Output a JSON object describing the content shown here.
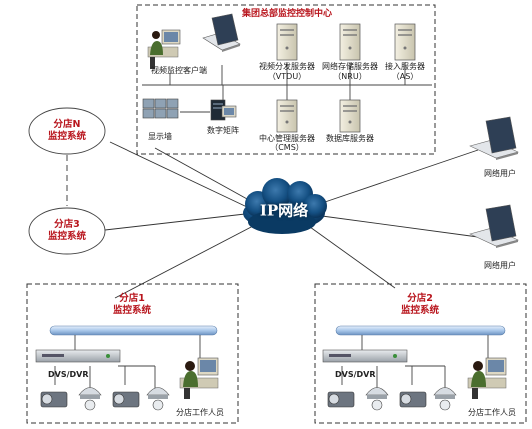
{
  "hq": {
    "title": "集团总部监控控制中心",
    "video_client_label": "视频监控客户端",
    "vtdu_label": "视频分发服务器",
    "vtdu_tag": "（VTDU）",
    "nru_label": "网络存储服务器",
    "nru_tag": "（NRU）",
    "as_label": "接入服务器",
    "as_tag": "（AS）",
    "video_wall_label": "显示墙",
    "matrix_label": "数字矩阵",
    "cms_label": "中心管理服务器",
    "cms_tag": "（CMS）",
    "db_label": "数据库服务器"
  },
  "cloud": {
    "label": "IP网络"
  },
  "branch_n": {
    "line1": "分店N",
    "line2": "监控系统"
  },
  "branch_3": {
    "line1": "分店3",
    "line2": "监控系统"
  },
  "network_users": [
    {
      "label": "网络用户"
    },
    {
      "label": "网络用户"
    }
  ],
  "branch_1": {
    "line1": "分店1",
    "line2": "监控系统",
    "dvs_label": "DVS/DVR",
    "staff_label": "分店工作人员"
  },
  "branch_2": {
    "line1": "分店2",
    "line2": "监控系统",
    "dvs_label": "DVS/DVR",
    "staff_label": "分店工作人员"
  },
  "colors": {
    "accent_red": "#b8141c",
    "cloud_blue": "#0d4778",
    "bar_blue": "#a9c7ea"
  }
}
